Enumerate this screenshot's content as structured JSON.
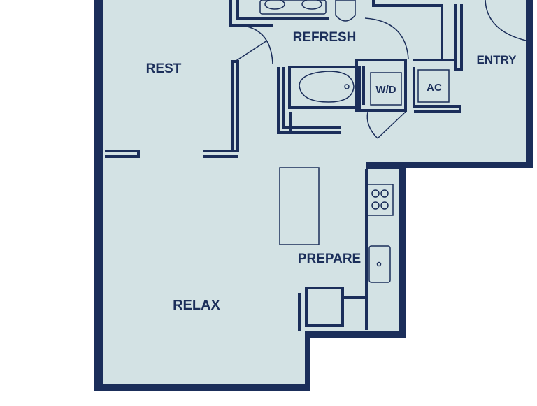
{
  "floorplan": {
    "colors": {
      "wall": "#1b2e5a",
      "floor": "#d3e2e4",
      "background": "#ffffff",
      "label": "#1b2e5a"
    },
    "rooms": {
      "rest": "REST",
      "refresh": "REFRESH",
      "entry": "ENTRY",
      "relax": "RELAX",
      "prepare": "PREPARE"
    },
    "fixtures": {
      "washer_dryer": "W/D",
      "ac": "AC"
    },
    "icons": [
      "sink-icon",
      "toilet-icon",
      "bathtub-icon",
      "stove-icon",
      "kitchen-sink-icon",
      "door-swing-icon"
    ]
  }
}
